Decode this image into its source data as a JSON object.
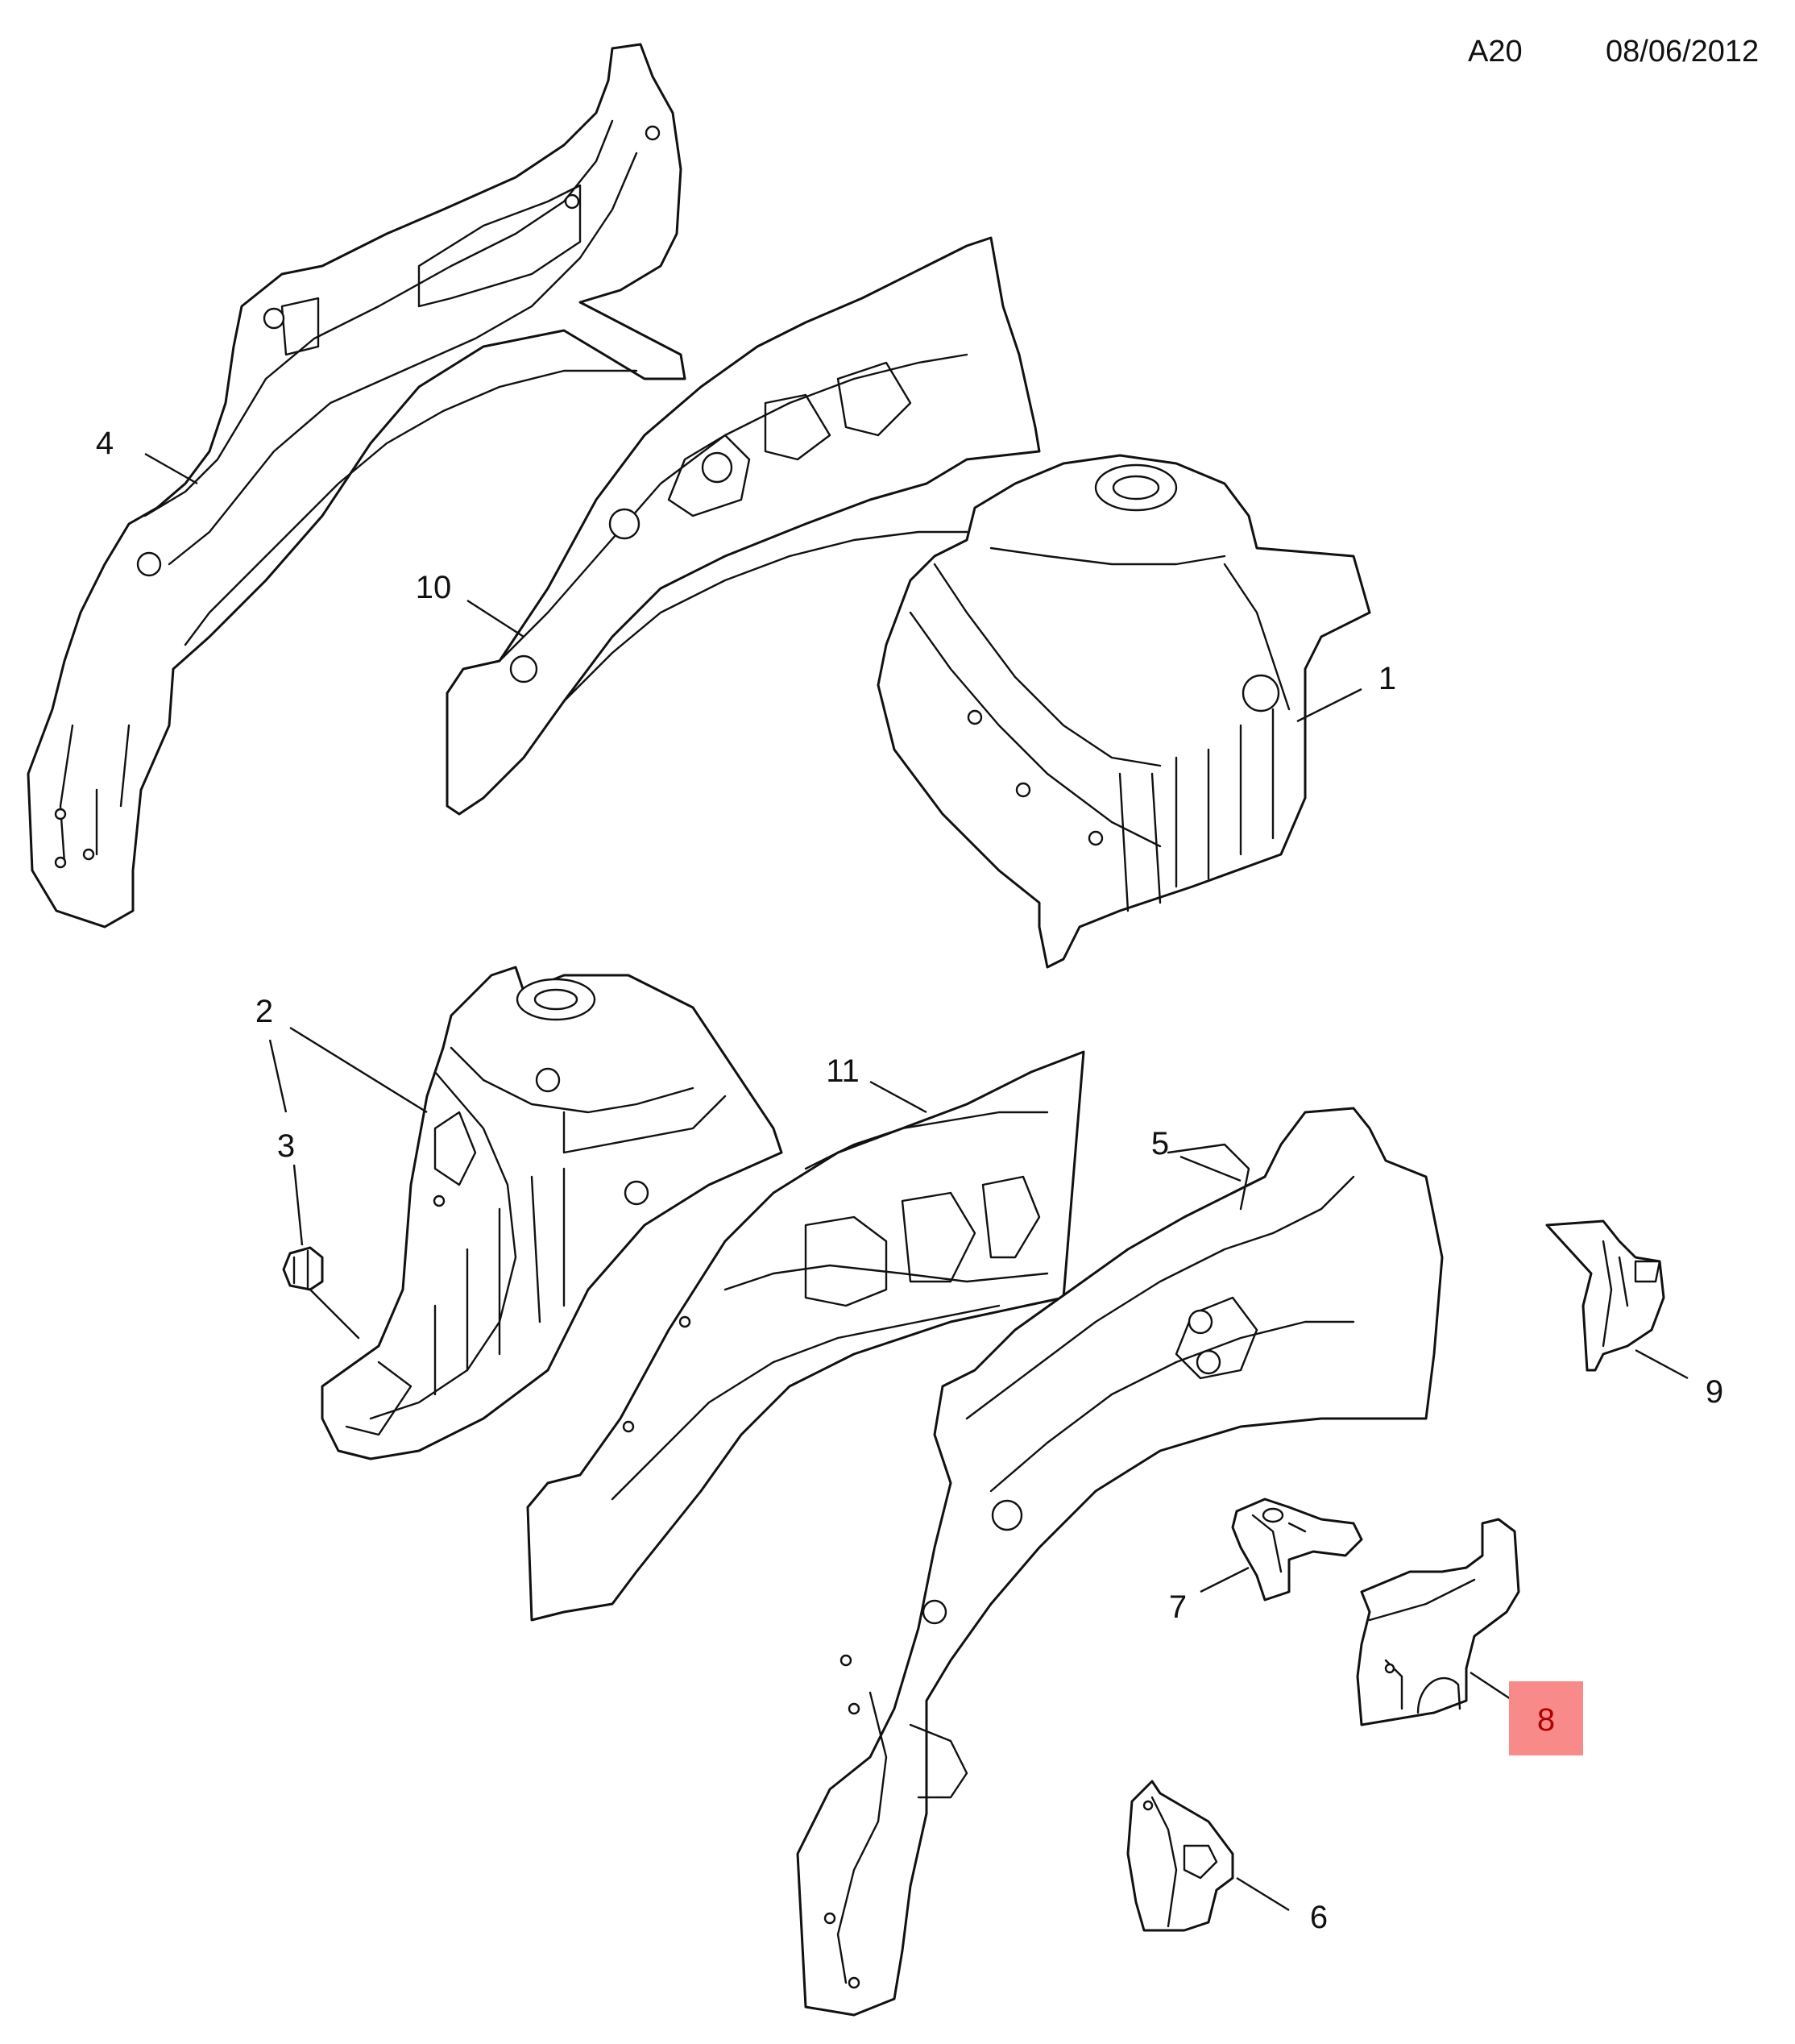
{
  "header": {
    "code": "A20",
    "date": "08/06/2012"
  },
  "callouts": [
    "1",
    "2",
    "3",
    "4",
    "5",
    "6",
    "7",
    "8",
    "9",
    "10",
    "11"
  ],
  "highlighted_callout": "8",
  "colors": {
    "line": "#111111",
    "background": "#ffffff",
    "highlight": "#f88a8a"
  }
}
